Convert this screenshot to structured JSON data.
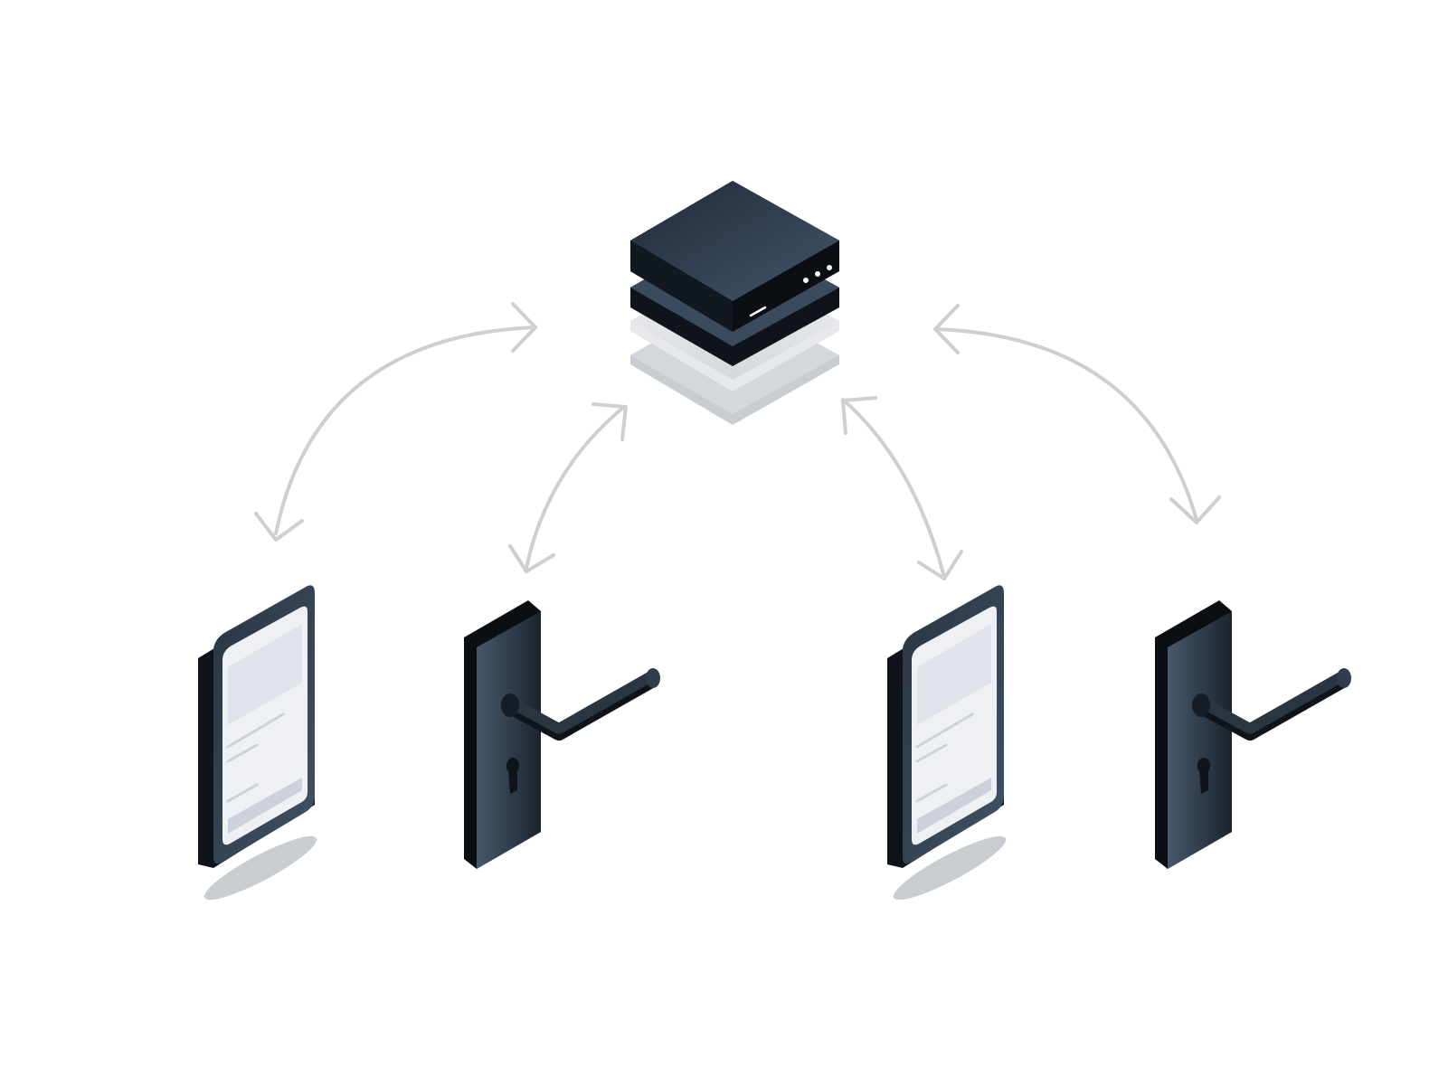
{
  "diagram": {
    "hub": {
      "icon": "server-hub-icon",
      "status_leds": 3
    },
    "devices": [
      {
        "id": "phone-1",
        "icon": "smartphone-icon"
      },
      {
        "id": "door-1",
        "icon": "door-handle-lock-icon"
      },
      {
        "id": "phone-2",
        "icon": "smartphone-icon"
      },
      {
        "id": "door-2",
        "icon": "door-handle-lock-icon"
      }
    ],
    "connections": [
      {
        "from": "hub",
        "to": "phone-1",
        "direction": "bidirectional"
      },
      {
        "from": "hub",
        "to": "door-1",
        "direction": "bidirectional"
      },
      {
        "from": "hub",
        "to": "phone-2",
        "direction": "bidirectional"
      },
      {
        "from": "hub",
        "to": "door-2",
        "direction": "bidirectional"
      }
    ]
  },
  "colors": {
    "background": "#ffffff",
    "device_dark": "#1c2430",
    "device_mid": "#3a4b5d",
    "device_edge": "#0f141b",
    "screen": "#eef0f4",
    "screen_block": "#dfe3ea",
    "arrow": "#cfcfcf",
    "shadow": "#c9ccd1"
  }
}
